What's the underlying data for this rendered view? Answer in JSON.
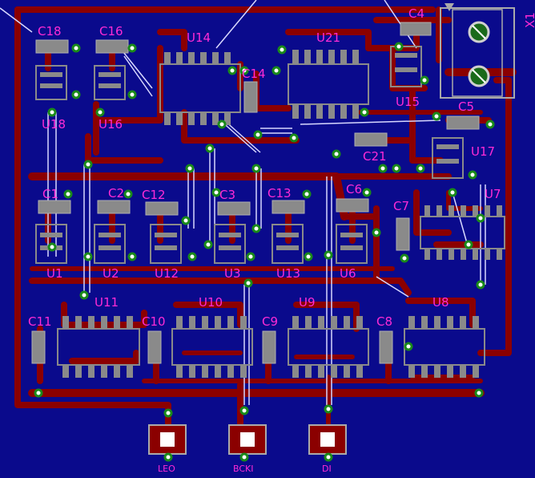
{
  "board": {
    "background": "#0a0a8c",
    "trace_color": "#8b0000",
    "silk_color": "#ff2bd6",
    "pad_color": "#9a9a9a"
  },
  "labels": {
    "C18": "C18",
    "C16": "C16",
    "U14": "U14",
    "U21": "U21",
    "C4": "C4",
    "X1": "X1",
    "U18": "U18",
    "U16": "U16",
    "C14": "C14",
    "U15": "U15",
    "C5": "C5",
    "C21": "C21",
    "U17": "U17",
    "C1": "C1",
    "C2": "C2",
    "C12": "C12",
    "C3": "C3",
    "C13": "C13",
    "C6": "C6",
    "C7": "C7",
    "U7": "U7",
    "U1": "U1",
    "U2": "U2",
    "U12": "U12",
    "U3": "U3",
    "U13": "U13",
    "U6": "U6",
    "U11": "U11",
    "U10": "U10",
    "U9": "U9",
    "U8": "U8",
    "C11": "C11",
    "C10": "C10",
    "C9": "C9",
    "C8": "C8",
    "LEO": "LEO",
    "BCKI": "BCKI",
    "DI": "DI"
  }
}
